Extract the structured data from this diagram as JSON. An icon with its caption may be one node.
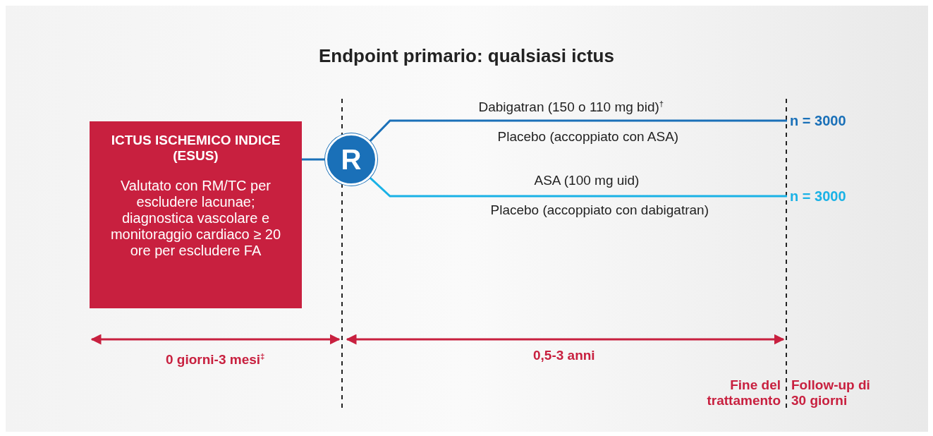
{
  "diagram": {
    "title": "Endpoint primario: qualsiasi ictus",
    "nodes": [
      {
        "text": [
          "ICTUS ISCHEMICO INDICE (ESUS)",
          "Valutato con RM/TC per escludere lacunae; diagnostica vascolare e monitoraggio cardiaco ≥ 20 ore per escludere FA"
        ]
      },
      {
        "text": [
          "R"
        ]
      },
      {
        "text": [
          "n = 3000"
        ]
      },
      {
        "text": [
          "n = 3000"
        ]
      }
    ],
    "edges": [
      {
        "from": 0,
        "to": 1,
        "arrow": "none"
      },
      {
        "from": 1,
        "to": 2,
        "arrow": "none",
        "label": "Dabigatran (150 o 110 mg bid)$^{†}$"
      },
      {
        "from": 1,
        "to": 3,
        "arrow": "none",
        "label": "ASA (100 mg uid)",
        "color": "#1ab2e6"
      }
    ],
    "labels": [
      "Placebo (accoppiato con ASA)",
      "Placebo (accoppiato con dabigatran)",
      "0 giorni-3 mesi$^{‡}$",
      "0,5-3 anni",
      "Fine del trattamento",
      "Follow-up di 30 giorni"
    ]
  }
}
